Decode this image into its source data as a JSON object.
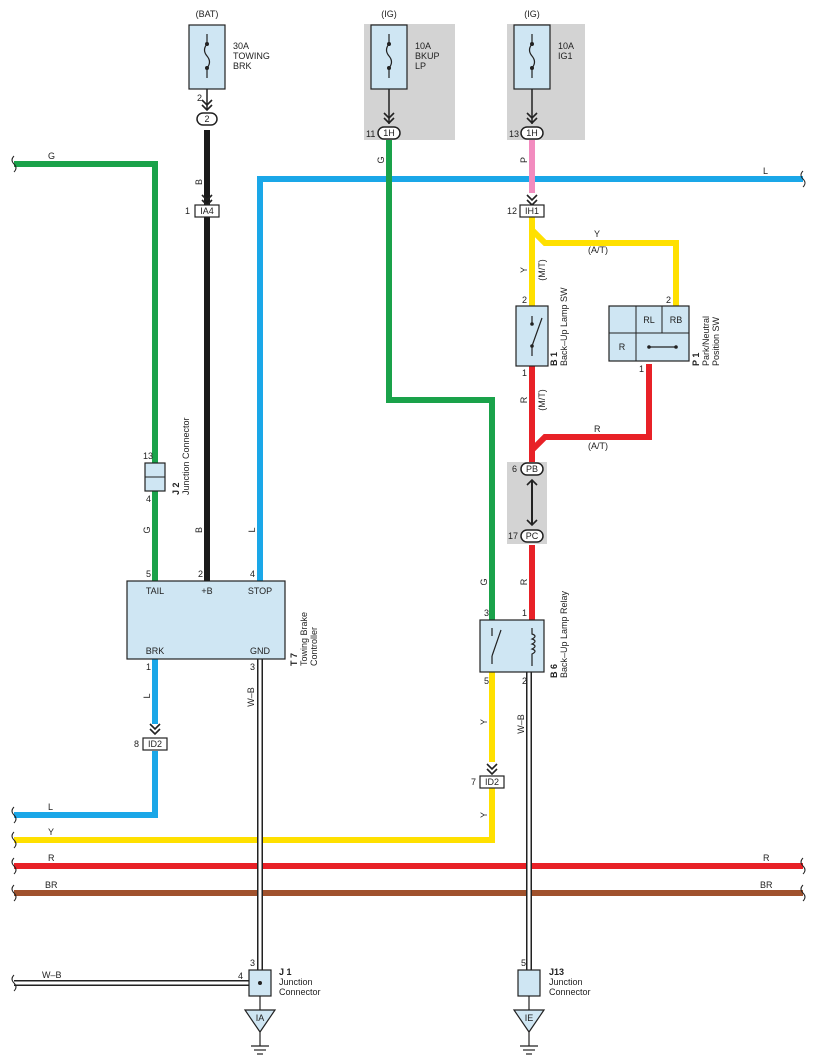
{
  "power_sources": {
    "bat_label": "(BAT)",
    "ig_label_1": "(IG)",
    "ig_label_2": "(IG)"
  },
  "fuses": {
    "towing_brk": [
      "30A",
      "TOWING",
      "BRK"
    ],
    "bkup_lp": [
      "10A",
      "BKUP",
      "LP"
    ],
    "ig1": [
      "10A",
      "IG1"
    ]
  },
  "connectors": {
    "ia4": "IA4",
    "id2_top": "ID2",
    "id2_bottom": "ID2",
    "ih1": "IH1",
    "pb": "PB",
    "pc": "PC",
    "c2": "2",
    "c1h_a": "1H",
    "c1h_b": "1H",
    "ia": "IA",
    "ie": "IE"
  },
  "pins": {
    "p_bat_2": "2",
    "p_ia4_1": "1",
    "p_1h_11": "11",
    "p_1h_13": "13",
    "p_ih1_12": "12",
    "p_b1_2": "2",
    "p_b1_1": "1",
    "p_p1_2": "2",
    "p_p1_1": "1",
    "p_pb_6": "6",
    "p_pc_17": "17",
    "p_j2_13": "13",
    "p_j2_4": "4",
    "p_t7_5": "5",
    "p_t7_2": "2",
    "p_t7_4": "4",
    "p_t7_1": "1",
    "p_t7_3": "3",
    "p_id2_8": "8",
    "p_id2_7": "7",
    "p_b6_3": "3",
    "p_b6_1": "1",
    "p_b6_5": "5",
    "p_b6_2": "2",
    "p_j1_3": "3",
    "p_j1_4": "4",
    "p_j13_5": "5"
  },
  "wire_labels": {
    "g_left": "G",
    "b_top": "B",
    "g_1h": "G",
    "p_ih": "P",
    "l_right": "L",
    "y_at": "Y",
    "at_1": "(A/T)",
    "y_mt": "Y",
    "mt_1": "(M/T)",
    "r_mt": "R",
    "mt_2": "(M/T)",
    "r_at": "R",
    "at_2": "(A/T)",
    "g_j2": "G",
    "b_t7": "B",
    "l_t7": "L",
    "g_b6": "G",
    "r_b6": "R",
    "l_brk": "L",
    "wb_gnd": "W–B",
    "y_b6": "Y",
    "wb_b6": "W–B",
    "l_bus": "L",
    "y_bus": "Y",
    "y_bus2": "Y",
    "r_bus": "R",
    "r_bus2": "R",
    "br_bus": "BR",
    "br_bus2": "BR",
    "wb_j1": "W–B"
  },
  "components": {
    "b1": {
      "id": "B 1",
      "name": "Back–Up Lamp SW"
    },
    "p1": {
      "id": "P 1",
      "name_1": "Park/Neutral",
      "name_2": "Position SW",
      "cells": [
        "RL",
        "RB",
        "R"
      ]
    },
    "j2": {
      "id": "J 2",
      "name": "Junction Connector"
    },
    "t7": {
      "id": "T 7",
      "name_1": "Towing Brake",
      "name_2": "Controller",
      "terms": [
        "TAIL",
        "+B",
        "STOP",
        "BRK",
        "GND"
      ]
    },
    "b6": {
      "id": "B 6",
      "name": "Back–Up Lamp Relay"
    },
    "j1": {
      "id": "J 1",
      "name_1": "Junction",
      "name_2": "Connector"
    },
    "j13": {
      "id": "J13",
      "name_1": "Junction",
      "name_2": "Connector"
    }
  },
  "colors": {
    "green": "#1aa24a",
    "black": "#1a1a1a",
    "blue": "#1aa7e8",
    "pink": "#f28cbf",
    "yellow": "#ffe000",
    "red": "#e82127",
    "brown": "#a0522d",
    "wb": "#ffffff",
    "component_fill": "#cfe6f3",
    "shade": "#d3d3d3"
  }
}
